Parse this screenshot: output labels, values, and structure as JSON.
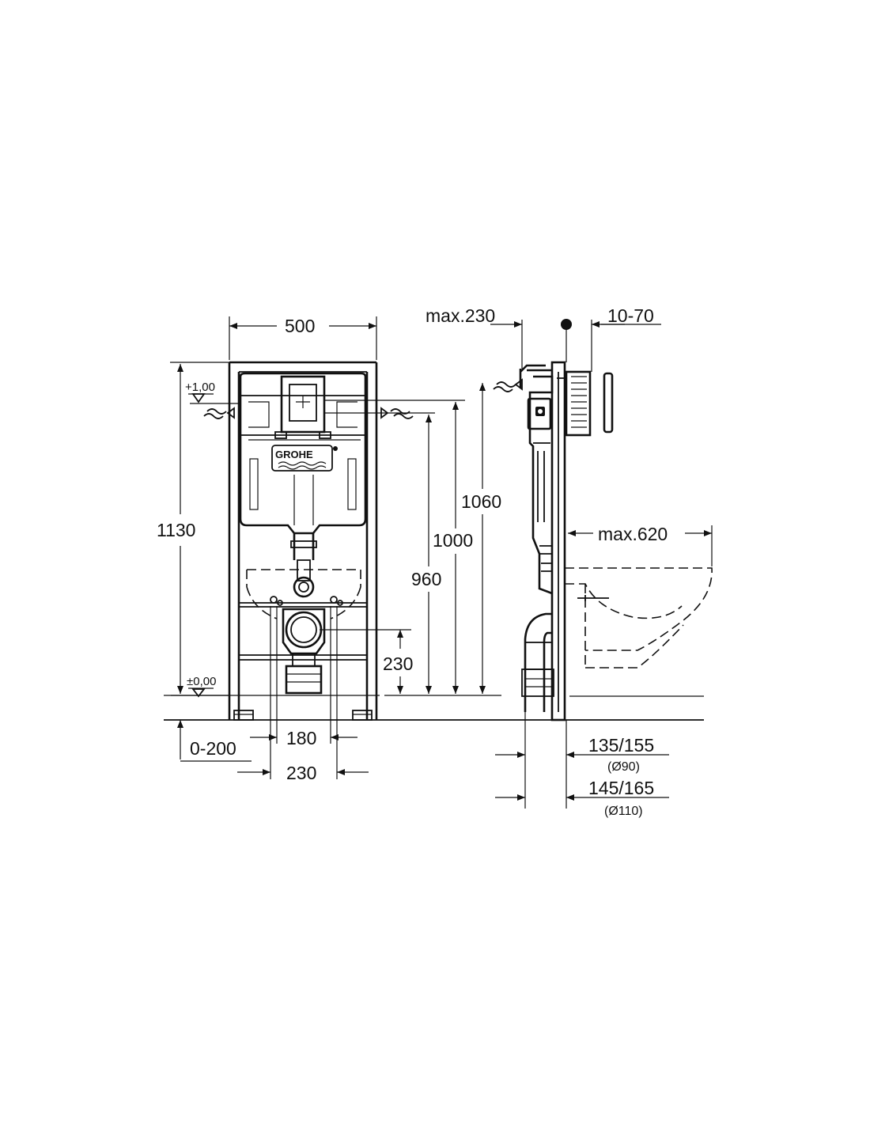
{
  "logo": {
    "text": "GROHE"
  },
  "levels": {
    "top": "+1,00",
    "floor": "±0,00"
  },
  "front_view": {
    "width": "500",
    "height": "1130",
    "adjust": "0-200",
    "spacing_180": "180",
    "spacing_230": "230",
    "outlet_height": "230",
    "inlet_960": "960",
    "inlet_1000": "1000",
    "inlet_1060": "1060"
  },
  "side_view": {
    "max_230": "max.230",
    "wall_10_70": "10-70",
    "max_620": "max.620",
    "offset_90": "135/155",
    "pipe_90": "(Ø90)",
    "offset_110": "145/165",
    "pipe_110": "(Ø110)"
  },
  "colors": {
    "line": "#111111",
    "background": "#ffffff"
  }
}
